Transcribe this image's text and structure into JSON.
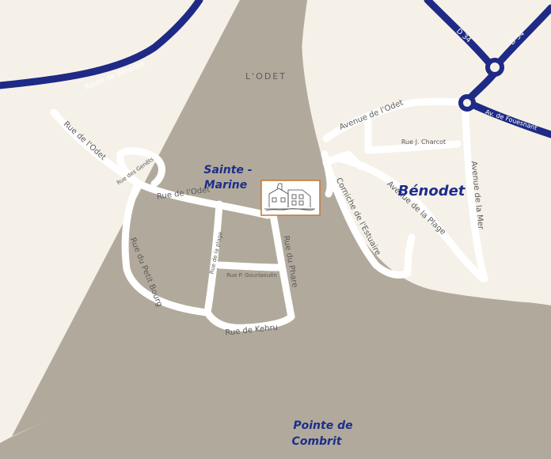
{
  "water_label": "L'ODET",
  "places": {
    "sainte_marine_1": "Sainte -",
    "sainte_marine_2": "Marine",
    "benodet": "Bénodet",
    "pointe_1": "Pointe de",
    "pointe_2": "Combrit"
  },
  "main_roads": {
    "route_benodet": "Route de Bénodet",
    "d34_left": "D 34",
    "d34_right": "D 34",
    "av_fouesnant": "Av. de Fouesnant"
  },
  "streets": {
    "rue_odet_upper": "Rue de l'Odet",
    "rue_odet_mid": "Rue de l'Odet",
    "rue_genets": "Rue des Genêts",
    "rue_petit_bourg": "Rue du Petit Bourg",
    "rue_plage": "Rue de la plage",
    "rue_gourlaouen": "Rue P. Gourlaouën",
    "rue_phare": "Rue du Phare",
    "rue_kehru": "Rue de Kehru",
    "avenue_odet": "Avenue de l'Odet",
    "rue_charcot": "Rue J. Charcot",
    "avenue_mer": "Avenue de la Mer",
    "corniche": "Corniche de l'Estuaire",
    "avenue_plage": "Avenue de la Plage"
  },
  "colors": {
    "land": "#f6f1e8",
    "water": "#b1aa9c",
    "road": "#ffffff",
    "main_road": "#1e2a85",
    "label": "#5b5b5b",
    "town": "#1d2e8a",
    "marker_border": "#c8752e"
  }
}
